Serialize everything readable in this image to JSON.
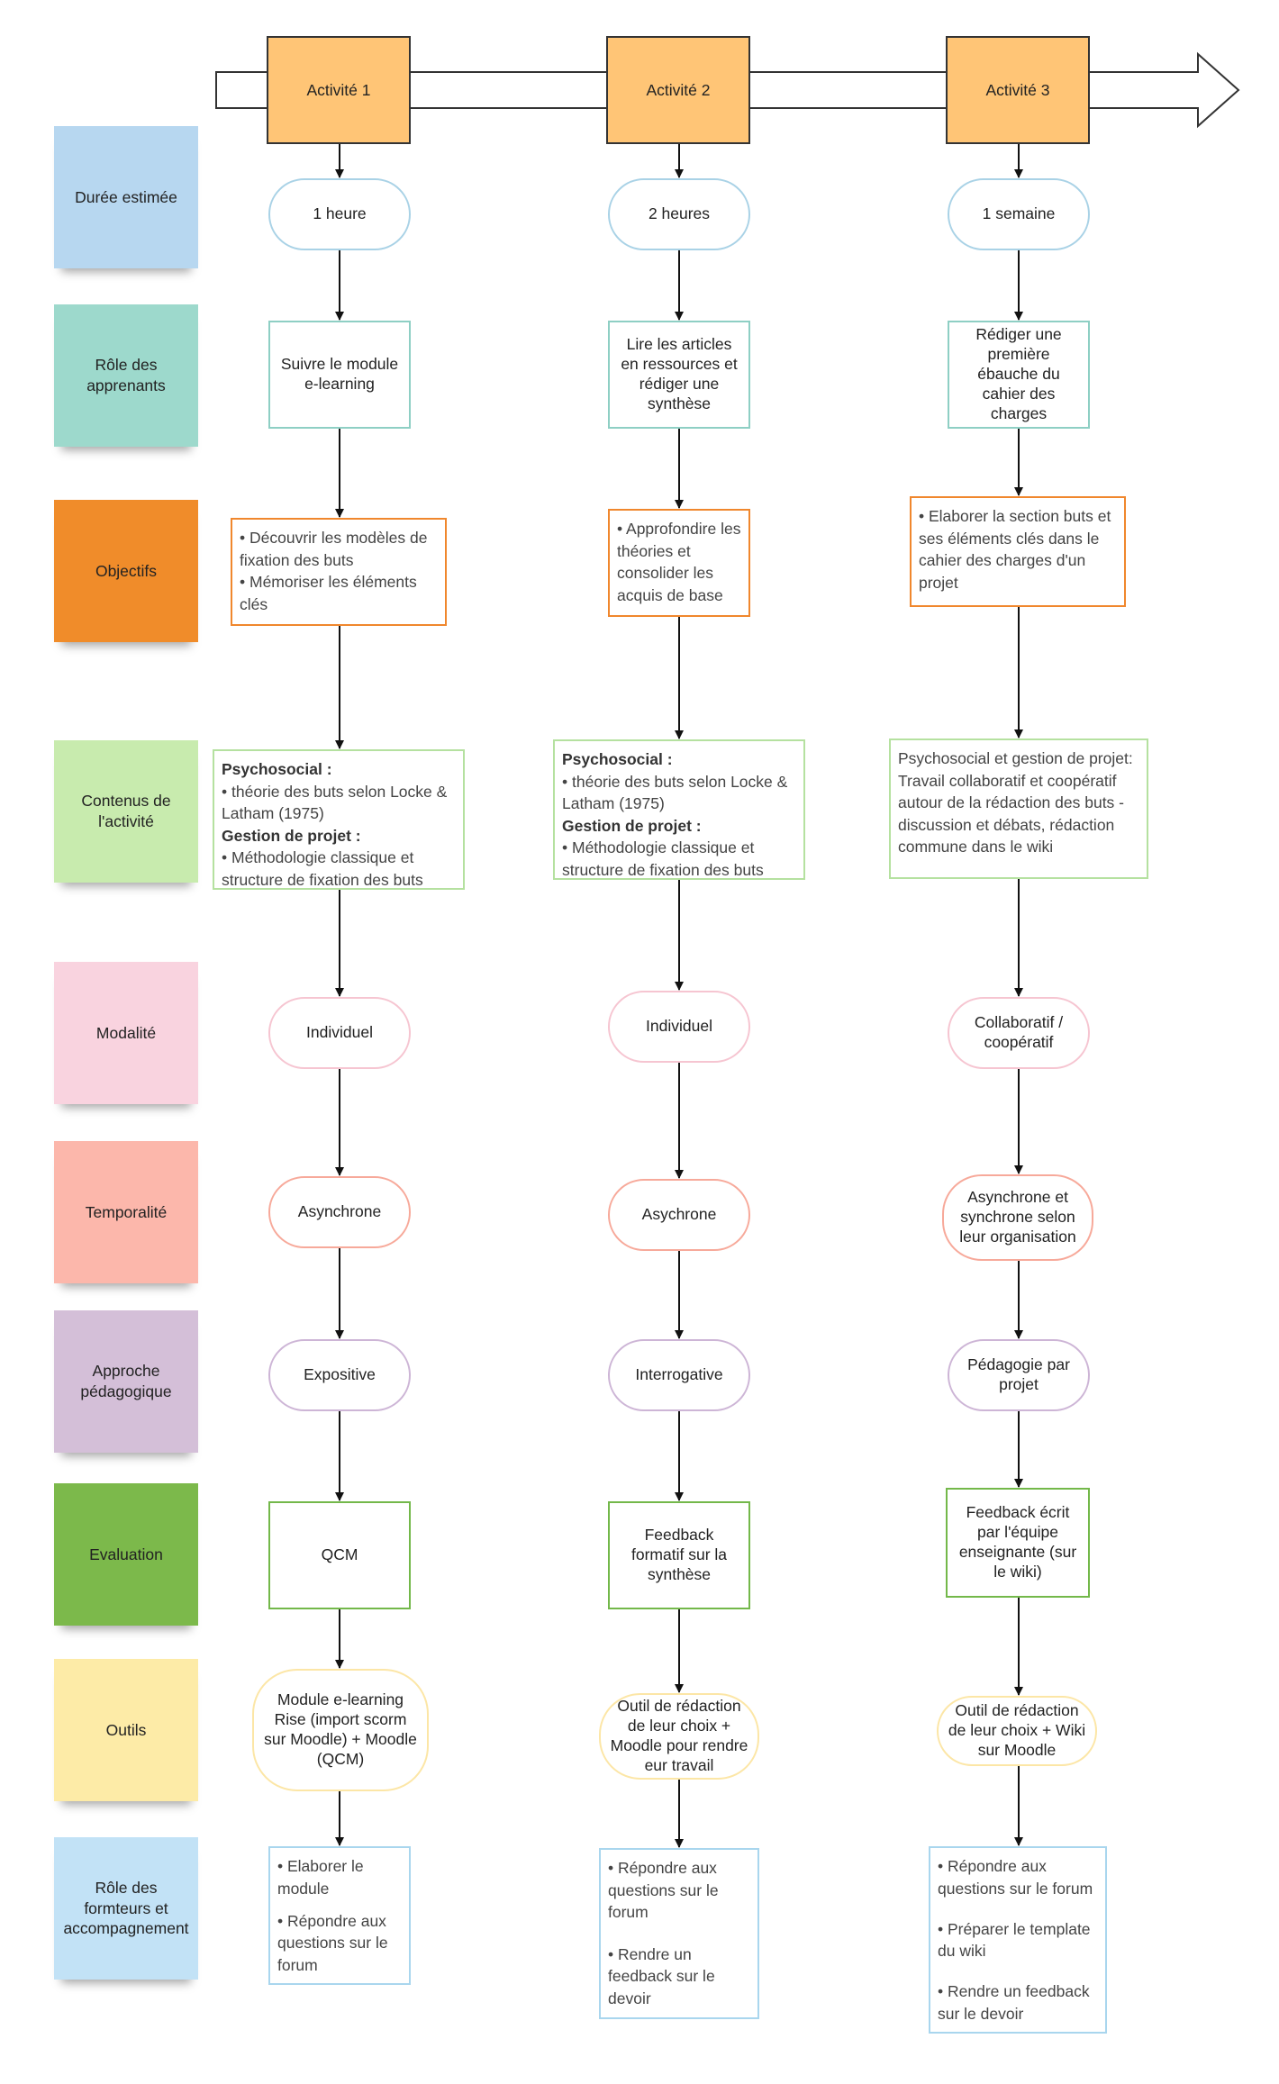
{
  "activities": [
    "Activité 1",
    "Activité 2",
    "Activité 3"
  ],
  "rows": [
    {
      "label": "Durée estimée",
      "color": "#B7D7F0"
    },
    {
      "label": "Rôle des apprenants",
      "color": "#9DD9CC"
    },
    {
      "label": "Objectifs",
      "color": "#F08C2A"
    },
    {
      "label": "Contenus de l'activité",
      "color": "#C8EBAE"
    },
    {
      "label": "Modalité",
      "color": "#F9D3DF"
    },
    {
      "label": "Temporalité",
      "color": "#FCB7AB"
    },
    {
      "label": "Approche pédagogique",
      "color": "#D4BFD8"
    },
    {
      "label": "Evaluation",
      "color": "#7CB94B"
    },
    {
      "label": "Outils",
      "color": "#FDEBA7"
    },
    {
      "label": "Rôle des formteurs et accompagnement",
      "color": "#C2E2F6"
    }
  ],
  "columns": [
    {
      "duree": "1 heure",
      "role": "Suivre le module e-learning",
      "objectifs": [
        "• Découvrir les modèles de fixation des  buts",
        "• Mémoriser les éléments clés"
      ],
      "contenus": {
        "psy_title": "Psychosocial :",
        "psy_text": "• théorie des buts selon Locke & Latham (1975)",
        "gp_title": "Gestion de projet :",
        "gp_text": "• Méthodologie classique et structure de fixation des buts"
      },
      "modalite": "Individuel",
      "temporalite": "Asynchrone",
      "approche": "Expositive",
      "evaluation": "QCM",
      "outils": "Module e-learning Rise (import scorm sur Moodle) + Moodle (QCM)",
      "formateurs": [
        "•  Elaborer le module",
        "• Répondre aux questions sur le forum"
      ]
    },
    {
      "duree": "2 heures",
      "role": "Lire les articles en ressources et rédiger une synthèse",
      "objectifs": [
        "• Approfondire les théories et consolider les acquis de base"
      ],
      "contenus": {
        "psy_title": "Psychosocial :",
        "psy_text": "• théorie des buts selon Locke & Latham (1975)",
        "gp_title": "Gestion de projet :",
        "gp_text": "• Méthodologie classique et structure de fixation des buts"
      },
      "modalite": "Individuel",
      "temporalite": "Asychrone",
      "approche": "Interrogative",
      "evaluation": "Feedback formatif sur la synthèse",
      "outils": "Outil de rédaction de leur choix + Moodle pour rendre eur travail",
      "formateurs": [
        "• Répondre aux questions sur le forum",
        "• Rendre un feedback sur le devoir"
      ]
    },
    {
      "duree": "1 semaine",
      "role": "Rédiger une première ébauche du cahier des charges",
      "objectifs": [
        "• Elaborer la section buts et ses éléments clés dans le cahier des charges d'un projet"
      ],
      "contenus_text": "Psychosocial et gestion de projet: Travail collaboratif et coopératif autour de la rédaction des buts - discussion et débats, rédaction commune dans le wiki",
      "modalite": "Collaboratif / coopératif",
      "temporalite": "Asynchrone et synchrone selon leur organisation",
      "approche": "Pédagogie par projet",
      "evaluation": "Feedback écrit par l'équipe enseignante (sur le wiki)",
      "outils": "Outil de rédaction de leur choix + Wiki sur Moodle",
      "formateurs": [
        "• Répondre aux questions sur le forum",
        "• Préparer le template du wiki",
        "• Rendre un feedback sur le devoir"
      ]
    }
  ]
}
